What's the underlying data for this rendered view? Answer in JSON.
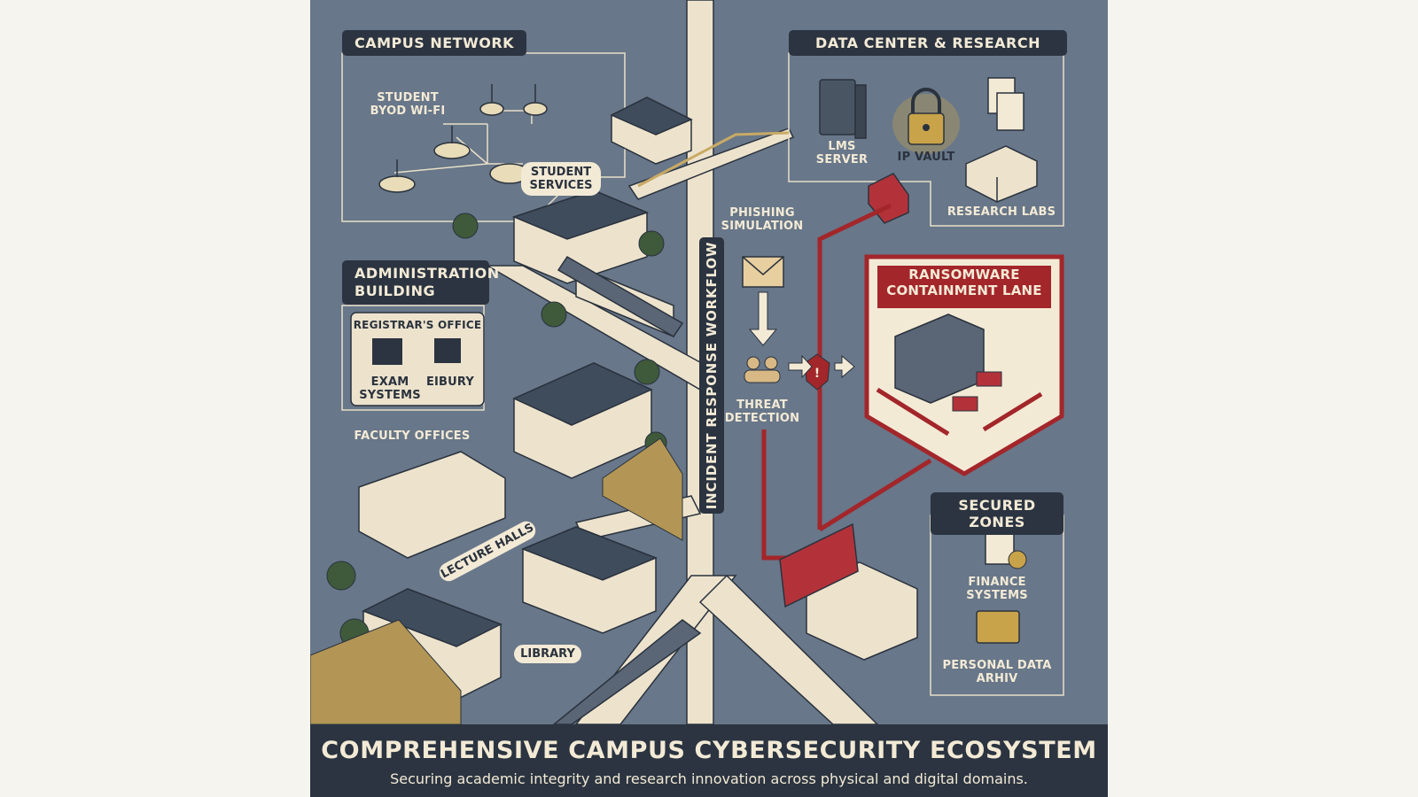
{
  "campus_network": {
    "title": "CAMPUS NETWORK",
    "wifi_label": "STUDENT\nBYOD WI-FI",
    "student_services": "STUDENT\nSERVICES"
  },
  "data_center": {
    "title": "DATA CENTER & RESEARCH",
    "lms": "LMS\nSERVER",
    "vault": "IP VAULT",
    "labs": "RESEARCH LABS"
  },
  "admin": {
    "title": "ADMINISTRATION\nBUILDING",
    "registrar": "REGISTRAR'S OFFICE",
    "exam": "EXAM\nSYSTEMS",
    "library_icon": "EIBURY",
    "faculty": "FACULTY OFFICES"
  },
  "workflow": {
    "title": "INCIDENT RESPONSE WORKFLOW",
    "phishing": "PHISHING\nSIMULATION",
    "threat": "THREAT\nDETECTION"
  },
  "ransomware": {
    "title": "RANSOMWARE\nCONTAINMENT LANE"
  },
  "secured": {
    "title": "SECURED ZONES",
    "finance": "FINANCE\nSYSTEMS",
    "personal": "PERSONAL DATA\nARHIV"
  },
  "campus": {
    "lecture_halls": "LECTURE HALLS",
    "library": "LIBRARY"
  },
  "banner": {
    "title": "COMPREHENSIVE CAMPUS CYBERSECURITY ECOSYSTEM",
    "subtitle": "Securing academic integrity and research innovation across physical and digital domains."
  },
  "colors": {
    "background": "#687789",
    "panel_dark": "#2b3440",
    "cream": "#f3ead6",
    "alert_red": "#a3262a",
    "gold": "#b39655"
  }
}
